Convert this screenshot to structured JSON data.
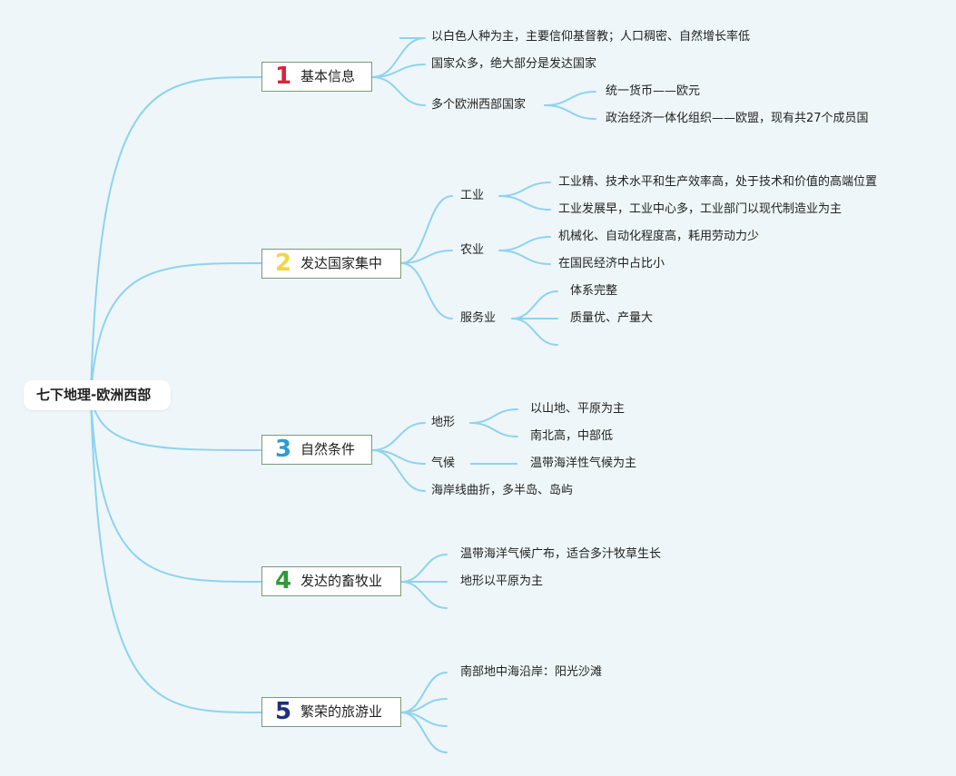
{
  "colors": {
    "background": "#eef6f9",
    "connector": "#8ed3ee",
    "num1": "#d8243a",
    "num2": "#f2d44a",
    "num3": "#2e9bd6",
    "num4": "#2e9a3a",
    "num5": "#1f2f7a"
  },
  "root": {
    "label": "七下地理-欧洲西部"
  },
  "topics": [
    {
      "num": "1",
      "label": "基本信息",
      "children": [
        {
          "label": "以白色人种为主，主要信仰基督教；人口稠密、自然增长率低"
        },
        {
          "label": "国家众多，绝大部分是发达国家"
        },
        {
          "label": "多个欧洲西部国家",
          "children": [
            {
              "label": "统一货币——欧元"
            },
            {
              "label": "政治经济一体化组织——欧盟，现有共27个成员国"
            }
          ]
        }
      ]
    },
    {
      "num": "2",
      "label": "发达国家集中",
      "children": [
        {
          "label": "工业",
          "children": [
            {
              "label": "工业精、技术水平和生产效率高，处于技术和价值的高端位置"
            },
            {
              "label": "工业发展早，工业中心多，工业部门以现代制造业为主"
            }
          ]
        },
        {
          "label": "农业",
          "children": [
            {
              "label": "机械化、自动化程度高，耗用劳动力少"
            },
            {
              "label": "在国民经济中占比小"
            }
          ]
        },
        {
          "label": "服务业",
          "children": [
            {
              "label": "体系完整"
            },
            {
              "label": "质量优、产量大"
            }
          ]
        }
      ]
    },
    {
      "num": "3",
      "label": "自然条件",
      "children": [
        {
          "label": "地形",
          "children": [
            {
              "label": "以山地、平原为主"
            },
            {
              "label": "南北高，中部低"
            }
          ]
        },
        {
          "label": "气候",
          "children": [
            {
              "label": "温带海洋性气候为主"
            }
          ]
        },
        {
          "label": "海岸线曲折，多半岛、岛屿"
        }
      ]
    },
    {
      "num": "4",
      "label": "发达的畜牧业",
      "children": [
        {
          "label": "温带海洋气候广布，适合多汁牧草生长"
        },
        {
          "label": "地形以平原为主"
        }
      ]
    },
    {
      "num": "5",
      "label": "繁荣的旅游业",
      "children": [
        {
          "label": "南部地中海沿岸：阳光沙滩"
        }
      ]
    }
  ]
}
